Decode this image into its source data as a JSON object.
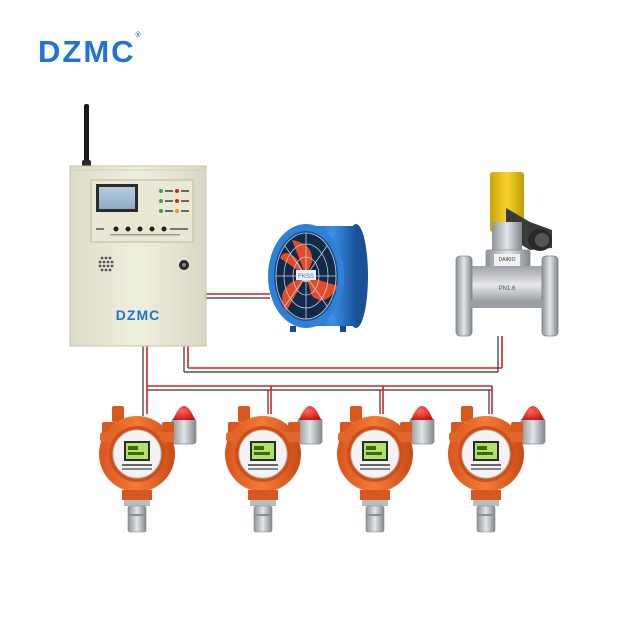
{
  "brand": {
    "logo_text": "DZMC",
    "logo_mark": "®",
    "accent": "#1f74d6"
  },
  "controller": {
    "panel_logo": "DZMC",
    "body_color": "#ebebd8"
  },
  "valve": {
    "label_line1": "DAIKIO",
    "label_line2": "PN1.6"
  },
  "fan": {
    "label": "FKSS"
  },
  "detectors": [
    {
      "id": "detector-1"
    },
    {
      "id": "detector-2"
    },
    {
      "id": "detector-3"
    },
    {
      "id": "detector-4"
    }
  ],
  "wiring": {
    "red": "#d62020",
    "dark": "#333333"
  }
}
